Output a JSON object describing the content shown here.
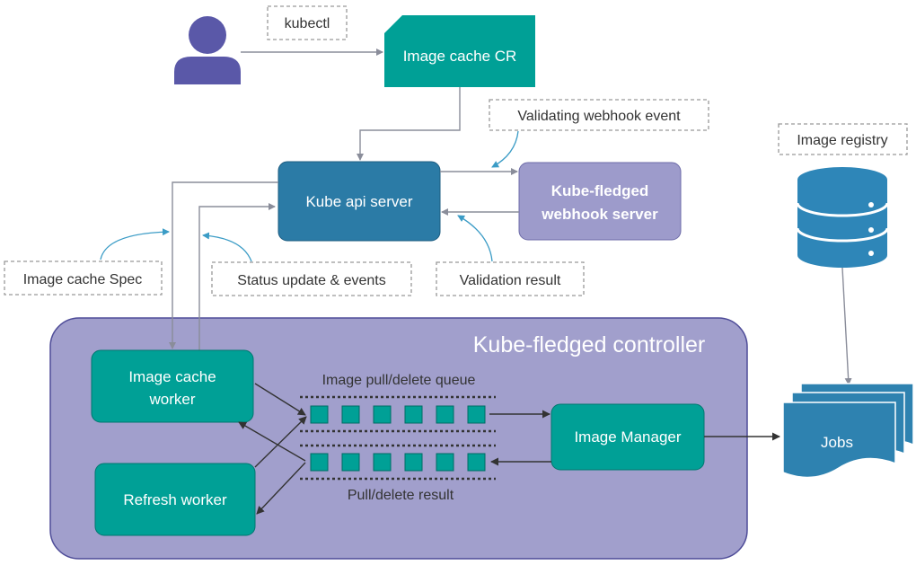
{
  "labels": {
    "kubectl": "kubectl",
    "image_cache_cr": "Image cache CR",
    "validating_webhook_event": "Validating webhook event",
    "image_registry": "Image registry",
    "kube_api_server": "Kube api server",
    "webhook_server_line1": "Kube-fledged",
    "webhook_server_line2": "webhook server",
    "image_cache_spec": "Image cache Spec",
    "status_update_events": "Status update & events",
    "validation_result": "Validation result",
    "controller_title": "Kube-fledged controller",
    "image_cache_worker_line1": "Image cache",
    "image_cache_worker_line2": "worker",
    "image_queue": "Image pull/delete queue",
    "result_queue": "Pull/delete result",
    "image_manager": "Image Manager",
    "refresh_worker": "Refresh worker",
    "jobs": "Jobs"
  },
  "colors": {
    "teal": "#00a096",
    "teal_dark": "#008a80",
    "blue": "#2b7ba6",
    "lavender": "#9d9bcb",
    "controller_bg": "#a19fcc",
    "person": "#5a58a8",
    "registry": "#2e86b8",
    "jobs": "#2e82b0",
    "connector": "#8a8d9a",
    "callout": "#3b9cc6"
  },
  "icons": {
    "user": "user-icon",
    "registry": "database-icon",
    "jobs": "document-stack-icon"
  },
  "queues": {
    "pull_queue_items": 6,
    "result_queue_items": 6
  }
}
